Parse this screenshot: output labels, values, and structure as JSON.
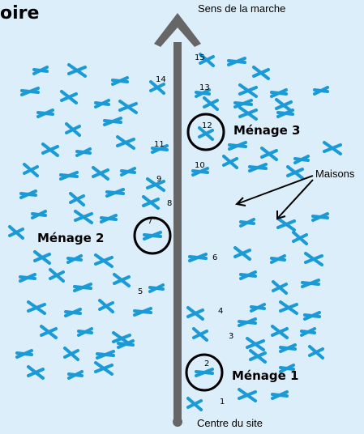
{
  "title": "oire",
  "road": {
    "top_label": "Sens de la marche",
    "bottom_label": "Centre du site"
  },
  "households": [
    {
      "name": "Ménage 3",
      "house": "12"
    },
    {
      "name": "Ménage 2",
      "house": "7"
    },
    {
      "name": "Ménage 1",
      "house": "2"
    }
  ],
  "houses_label": "Maisons",
  "house_numbers": [
    "1",
    "2",
    "3",
    "4",
    "5",
    "6",
    "7",
    "8",
    "9",
    "10",
    "11",
    "12",
    "13",
    "14",
    "15"
  ],
  "colors": {
    "background": "#dceefa",
    "house": "#1a9ad6",
    "road": "#666666",
    "circle": "#000000"
  }
}
